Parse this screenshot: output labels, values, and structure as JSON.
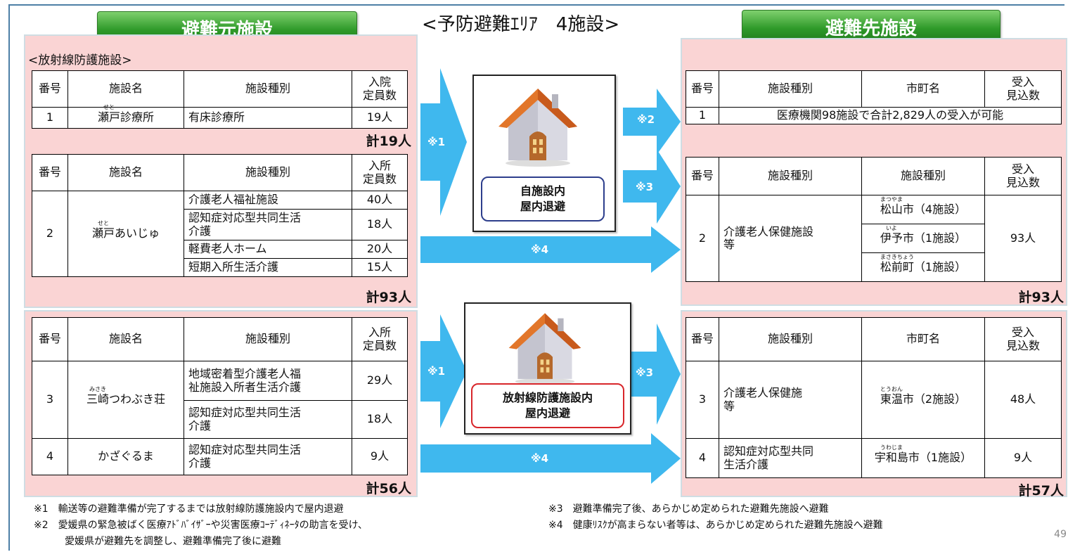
{
  "title": "<予防避難ｴﾘｱ　4施設>",
  "headers": {
    "left": "避難元施設",
    "right": "避難先施設"
  },
  "left": {
    "section_label": "<放射線防護施設>",
    "t1": {
      "head": [
        "番号",
        "施設名",
        "施設種別",
        "入院\n定員数"
      ],
      "row": {
        "no": "1",
        "ruby": "せと",
        "name_ruby_part": "瀬戸",
        "name_rest": "診療所",
        "type": "有床診療所",
        "cap": "19人"
      },
      "total": "計19人"
    },
    "t2": {
      "head": [
        "番号",
        "施設名",
        "施設種別",
        "入所\n定員数"
      ],
      "no": "2",
      "ruby": "せと",
      "name_ruby_part": "瀬戸",
      "name_rest": "あいじゅ",
      "rows": [
        {
          "type": "介護老人福祉施設",
          "cap": "40人"
        },
        {
          "type": "認知症対応型共同生活\n介護",
          "cap": "18人"
        },
        {
          "type": "軽費老人ホーム",
          "cap": "20人"
        },
        {
          "type": "短期入所生活介護",
          "cap": "15人"
        }
      ],
      "total": "計93人"
    },
    "t3": {
      "head": [
        "番号",
        "施設名",
        "施設種別",
        "入所\n定員数"
      ],
      "r3": {
        "no": "3",
        "ruby": "みさき",
        "name_ruby_part": "三崎",
        "name_rest": "つわぶき荘",
        "types": [
          {
            "type": "地域密着型介護老人福\n祉施設入所者生活介護",
            "cap": "29人"
          },
          {
            "type": "認知症対応型共同生活\n介護",
            "cap": "18人"
          }
        ]
      },
      "r4": {
        "no": "4",
        "name": "かざぐるま",
        "type": "認知症対応型共同生活\n介護",
        "cap": "9人"
      },
      "total": "計56人"
    }
  },
  "right": {
    "t1": {
      "head": [
        "番号",
        "施設種別",
        "市町名",
        "受入\n見込数"
      ],
      "no": "1",
      "merged": "医療機関98施設で合計2,829人の受入が可能"
    },
    "t2": {
      "head": [
        "番号",
        "施設種別",
        "施設種別",
        "受入\n見込数"
      ],
      "no": "2",
      "type": "介護老人保健施設\n等",
      "cities": [
        {
          "ruby": "まつやま",
          "name": "松山",
          "suffix": "市（4施設）"
        },
        {
          "ruby": "いよ",
          "name": "伊予",
          "suffix": "市（1施設）"
        },
        {
          "ruby": "まさきちょう",
          "name": "松前",
          "suffix": "町（1施設）"
        }
      ],
      "count": "93人",
      "total": "計93人"
    },
    "t3": {
      "head": [
        "番号",
        "施設種別",
        "市町名",
        "受入\n見込数"
      ],
      "rows": [
        {
          "no": "3",
          "type": "介護老人保健施\n等",
          "ruby": "とうおん",
          "city": "東温",
          "suffix": "市（2施設）",
          "count": "48人"
        },
        {
          "no": "4",
          "type": "認知症対応型共同\n生活介護",
          "ruby": "うわじま",
          "city": "宇和島",
          "suffix": "市（1施設）",
          "count": "9人"
        }
      ],
      "total": "計57人"
    }
  },
  "houses": {
    "top": "自施設内\n屋内退避",
    "bottom": "放射線防護施設内\n屋内退避"
  },
  "arrow_labels": {
    "a1": "※1",
    "a2": "※2",
    "a3": "※3",
    "a4": "※4"
  },
  "notes": {
    "n1": "※1　輸送等の避難準備が完了するまでは放射線防護施設内で屋内退避",
    "n2a": "※2　愛媛県の緊急被ばく医療ｱﾄﾞﾊﾞｲｻﾞｰや災害医療ｺｰﾃﾞｨﾈｰﾀの助言を受け、",
    "n2b": "愛媛県が避難先を調整し、避難準備完了後に避難",
    "n3": "※3　避難準備完了後、あらかじめ定められた避難先施設へ避難",
    "n4": "※4　健康ﾘｽｸが高まらない者等は、あらかじめ定められた避難先施設へ避難"
  },
  "page_number": "49",
  "colors": {
    "header_green": "#2f9a2a",
    "panel_pink": "#fad4d4",
    "arrow_blue": "#3fb8ee",
    "house_blue_border": "#2d3e8c",
    "house_red_border": "#d8262b"
  }
}
